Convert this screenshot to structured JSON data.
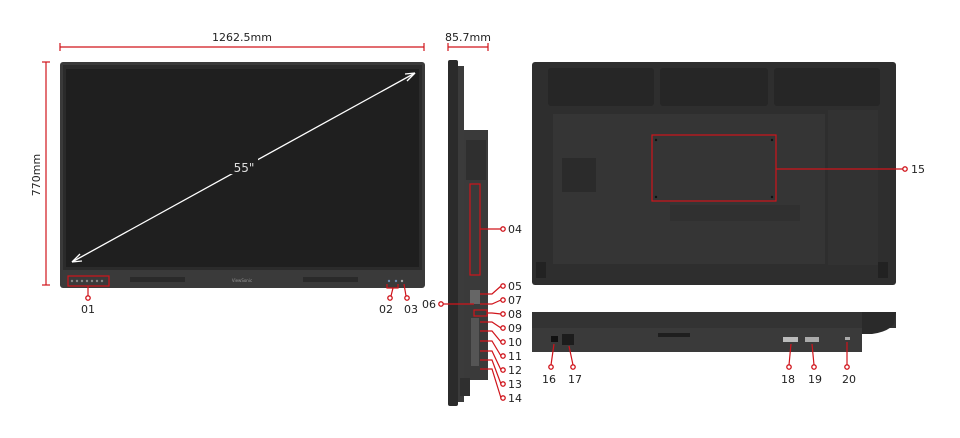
{
  "dimensions": {
    "width": "1262.5mm",
    "height": "770mm",
    "depth": "85.7mm",
    "diagonal": "55\""
  },
  "brand_on_bezel": "ViewSonic",
  "callouts": {
    "c01": "01",
    "c02": "02",
    "c03": "03",
    "c04": "04",
    "c05": "05",
    "c06": "06",
    "c07": "07",
    "c08": "08",
    "c09": "09",
    "c10": "10",
    "c11": "11",
    "c12": "12",
    "c13": "13",
    "c14": "14",
    "c15": "15",
    "c16": "16",
    "c17": "17",
    "c18": "18",
    "c19": "19",
    "c20": "20"
  },
  "colors": {
    "accent": "#d0141b",
    "device": "#2e2e2e",
    "screen": "#1f1f1f"
  }
}
